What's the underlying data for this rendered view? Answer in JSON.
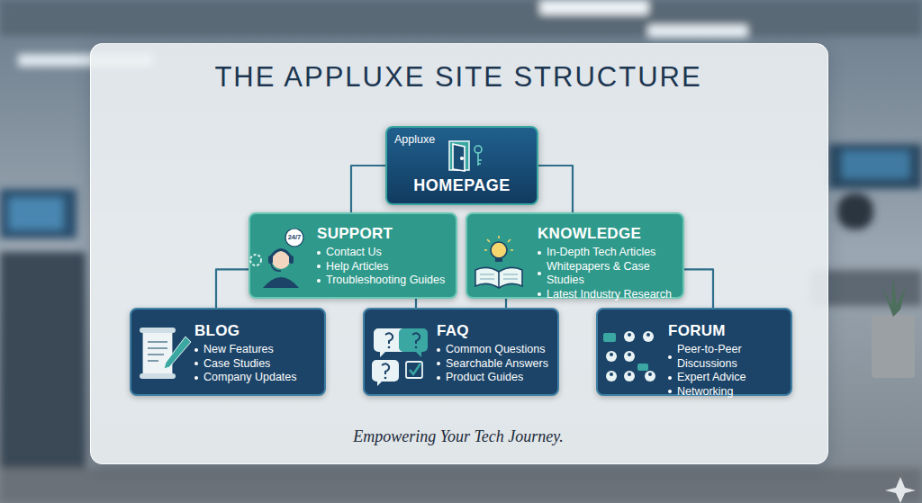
{
  "diagram": {
    "title": "THE APPLUXE SITE STRUCTURE",
    "caption": "Empowering Your Tech Journey.",
    "nodes": [
      {
        "text": [
          "Appluxe",
          "HOMEPAGE"
        ]
      },
      {
        "text": [
          "SUPPORT",
          "Contact Us",
          "Help Articles",
          "Troubleshooting Guides"
        ]
      },
      {
        "text": [
          "KNOWLEDGE",
          "In-Depth Tech Articles",
          "Whitepapers & Case Studies",
          "Latest Industry Research"
        ]
      },
      {
        "text": [
          "BLOG",
          "New Features",
          "Case Studies",
          "Company Updates"
        ]
      },
      {
        "text": [
          "FAQ",
          "Common Questions",
          "Searchable Answers",
          "Product Guides"
        ]
      },
      {
        "text": [
          "FORUM",
          "Peer-to-Peer Discussions",
          "Expert Advice",
          "Networking"
        ]
      }
    ],
    "edges": [
      {
        "from": 0,
        "to": 1,
        "arrow": "none"
      },
      {
        "from": 0,
        "to": 2,
        "arrow": "none"
      },
      {
        "from": 1,
        "to": 3,
        "arrow": "none"
      },
      {
        "from": 1,
        "to": 4,
        "arrow": "none"
      },
      {
        "from": 2,
        "to": 4,
        "arrow": "none"
      },
      {
        "from": 2,
        "to": 5,
        "arrow": "none"
      }
    ],
    "labels": [
      "24/7"
    ]
  }
}
